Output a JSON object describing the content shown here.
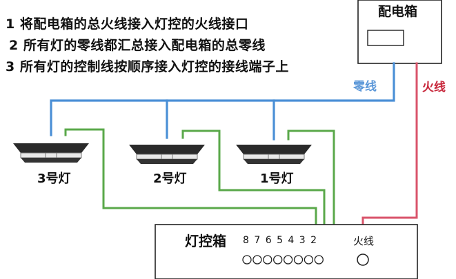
{
  "instructions": [
    "1 将配电箱的总火线接入灯控的火线接口",
    "2 所有灯的零线都汇总接入配电箱的总零线",
    "3 所有灯的控制线按顺序接入灯控的接线端子上"
  ],
  "distribution_box": {
    "label": "配电箱"
  },
  "wires": {
    "neutral_label": "零线",
    "live_label": "火线"
  },
  "lamps": [
    {
      "label": "3号灯"
    },
    {
      "label": "2号灯"
    },
    {
      "label": "1号灯"
    }
  ],
  "controller": {
    "label": "灯控箱",
    "terminal_numbers": "8 7 6 5 4 3 2",
    "live_terminal_label": "火线"
  },
  "colors": {
    "neutral": "#4a8fd6",
    "live": "#d9536a",
    "control": "#5aa84a",
    "outline": "#222222",
    "neutral_label": "#5b97d8",
    "live_text": "#c8283c"
  },
  "icons": {
    "lamp": "ceiling-lamp-icon",
    "terminal": "terminal-circle-icon"
  }
}
